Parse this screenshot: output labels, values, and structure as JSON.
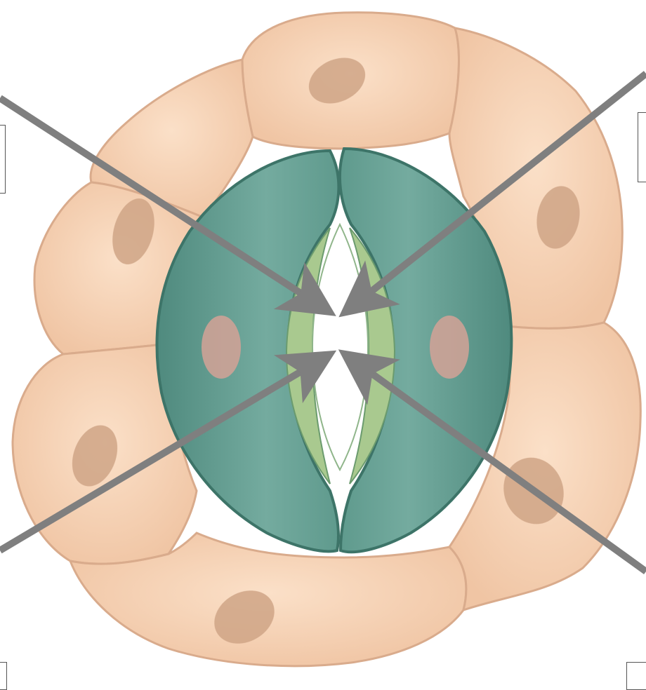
{
  "colors": {
    "epidermal_fill": "#f6d2b2",
    "epidermal_edge": "#d9ab8c",
    "epidermal_nucleus": "#cfa486",
    "guard_cell_fill": "#6fa69a",
    "guard_cell_edge": "#3d7468",
    "guard_cell_nucleus": "#d4a296",
    "inner_rim": "#a9c98f",
    "pore": "#ffffff",
    "arrow": "#7f7f7f"
  },
  "icons": [
    "arrow-top-left",
    "arrow-top-right",
    "arrow-bottom-left",
    "arrow-bottom-right"
  ],
  "labels": {
    "top_left": "",
    "top_right": "",
    "bottom_left": "",
    "bottom_right": ""
  }
}
